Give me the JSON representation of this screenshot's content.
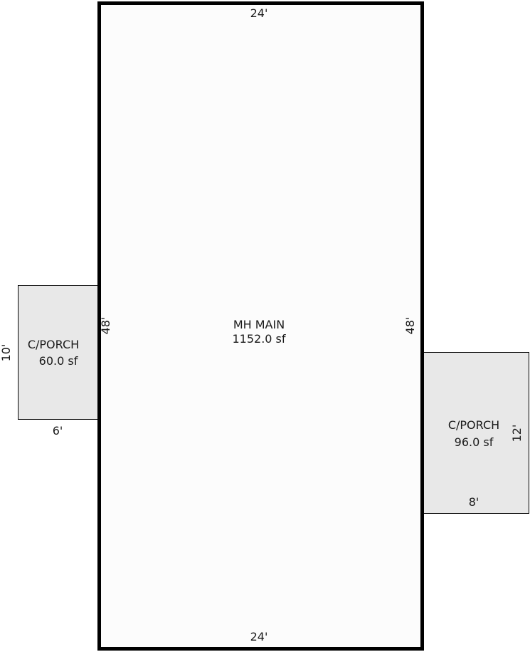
{
  "sketch": {
    "main": {
      "name": "MH MAIN",
      "area": "1152.0 sf",
      "dim_top": "24'",
      "dim_bottom": "24'",
      "dim_left": "48'",
      "dim_right": "48'",
      "fill": "#fcfcfc",
      "stroke": "#000000"
    },
    "porch_left": {
      "name": "C/PORCH",
      "area": "60.0 sf",
      "dim_side": "10'",
      "dim_bottom": "6'",
      "fill": "#e8e8e8"
    },
    "porch_right": {
      "name": "C/PORCH",
      "area": "96.0 sf",
      "dim_side": "12'",
      "dim_bottom": "8'",
      "fill": "#e8e8e8"
    }
  }
}
